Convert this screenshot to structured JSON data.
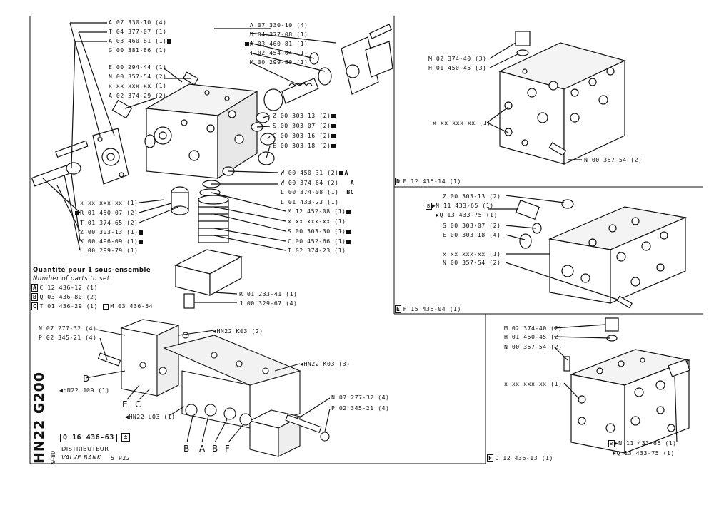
{
  "topleft": {
    "labels": [
      "A 07 330-10 (4)",
      "T 04 377-07 (1)",
      "A 03 460-81 (1)",
      "G 00 381-86 (1)",
      "E 00 294-44 (1)",
      "N 00 357-54 (2)",
      "x xx xxx-xx (1)",
      "A 02 374-29 (2)",
      "Z 00 303-13 (2)",
      "S 00 303-07 (2)",
      "C 00 303-16 (2)",
      "E 00 303-18 (2)",
      "W 00 450-31 (2)",
      "W 00 374-64 (2)",
      "L 00 374-08 (1)",
      "L 01 433-23 (1)",
      "M 12 452-08 (1)",
      "x xx xxx-xx (1)",
      "S 00 303-30 (1)",
      "C 00 452-66 (1)",
      "T 02 374-23 (1)",
      "x xx xxx-xx (1)",
      "R 01 450-07 (2)",
      "T 01 374-65 (2)",
      "Z 00 303-13 (1)",
      "X 00 496-09 (1)",
      "L 00 299-79 (1)",
      "R 01 233-41 (1)",
      "J 00 329-67 (4)",
      "A 07 330-10 (4)",
      "U 04 377-08 (1)",
      "A 03 460-81 (1)",
      "T 02 454-04 (1)",
      "M 00 299-80 (1)"
    ],
    "suffixes": {
      "w1": "A",
      "w2": "A",
      "l": "BC"
    },
    "qty_title": "Quantité pour 1 sous-ensemble",
    "qty_sub": "Number of parts to set",
    "kits": [
      {
        "key": "A",
        "ref": "C 12 436-12 (1)"
      },
      {
        "key": "B",
        "ref": "Q 03 436-80 (2)"
      },
      {
        "key": "C",
        "ref": "T 01 436-29 (1)",
        "extra": "M 03 436-54"
      }
    ]
  },
  "assembly": {
    "labels": [
      "N 07 277-32 (4)",
      "P 02 345-21 (4)",
      "HN22 K03 (2)",
      "HN22 K03 (3)",
      "HN22 J09 (1)",
      "HN22 L03 (1)",
      "N 07 277-32 (4)",
      "P 02 345-21 (4)"
    ],
    "letters": [
      "D",
      "E",
      "C",
      "B",
      "A",
      "B",
      "F"
    ]
  },
  "titleblock": {
    "vertical_code": "HN22 G200",
    "date": "9-80",
    "ref": "Q 16 436-63",
    "name_fr": "DISTRIBUTEUR",
    "name_en": "VALVE BANK",
    "model": "5 P22"
  },
  "panelD": {
    "labels": [
      "M 02 374-40 (3)",
      "H 01 450-45 (3)",
      "x xx xxx-xx (1)",
      "N 00 357-54 (2)"
    ],
    "key": "D",
    "ref": "E 12 436-14 (1)"
  },
  "panelE": {
    "labels": [
      "Z 00 303-13 (2)",
      "N 11 433-65 (1)",
      "Q 13 433-75 (1)",
      "S 00 303-07 (2)",
      "E 00 303-18 (4)",
      "x xx xxx-xx (1)",
      "N 00 357-54 (2)"
    ],
    "key": "E",
    "ref": "F 15 436-04 (1)"
  },
  "panelF": {
    "labels": [
      "M 02 374-40 (2)",
      "H 01 450-45 (2)",
      "N 00 357-54 (2)",
      "x xx xxx-xx (1)",
      "N 11 433-65 (1)",
      "Q 13 433-75 (1)"
    ],
    "key": "F",
    "ref": "D 12 436-13 (1)"
  }
}
